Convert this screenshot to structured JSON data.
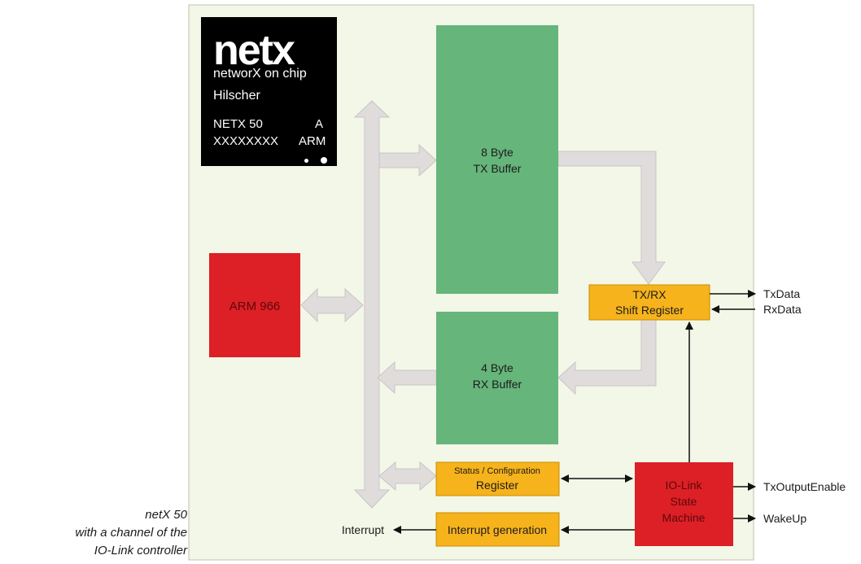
{
  "caption": {
    "line1": "netX 50",
    "line2": "with a channel of the",
    "line3": "IO-Link controller"
  },
  "chip": {
    "logo": "netx",
    "subtitle": "networX on chip",
    "brand": "Hilscher",
    "part": "NETX 50",
    "revision": "A",
    "serial": "XXXXXXXX",
    "arch": "ARM"
  },
  "blocks": {
    "arm": "ARM 966",
    "tx_buffer": [
      "8 Byte",
      "TX Buffer"
    ],
    "rx_buffer": [
      "4 Byte",
      "RX Buffer"
    ],
    "shift_register": [
      "TX/RX",
      "Shift Register"
    ],
    "status_config": [
      "Status / Configuration",
      "Register"
    ],
    "interrupt_gen": "Interrupt generation",
    "state_machine": [
      "IO-Link",
      "State",
      "Machine"
    ]
  },
  "signals": {
    "txdata": "TxData",
    "rxdata": "RxData",
    "tx_output_enable": "TxOutputEnable",
    "wakeup": "WakeUp",
    "interrupt": "Interrupt"
  },
  "colors": {
    "panel": "#f2f7e7",
    "panel_border": "#b9c6a8",
    "green": "#66b57b",
    "red": "#dd1f26",
    "orange": "#f6b31b",
    "bus": "#e1dcdc"
  }
}
